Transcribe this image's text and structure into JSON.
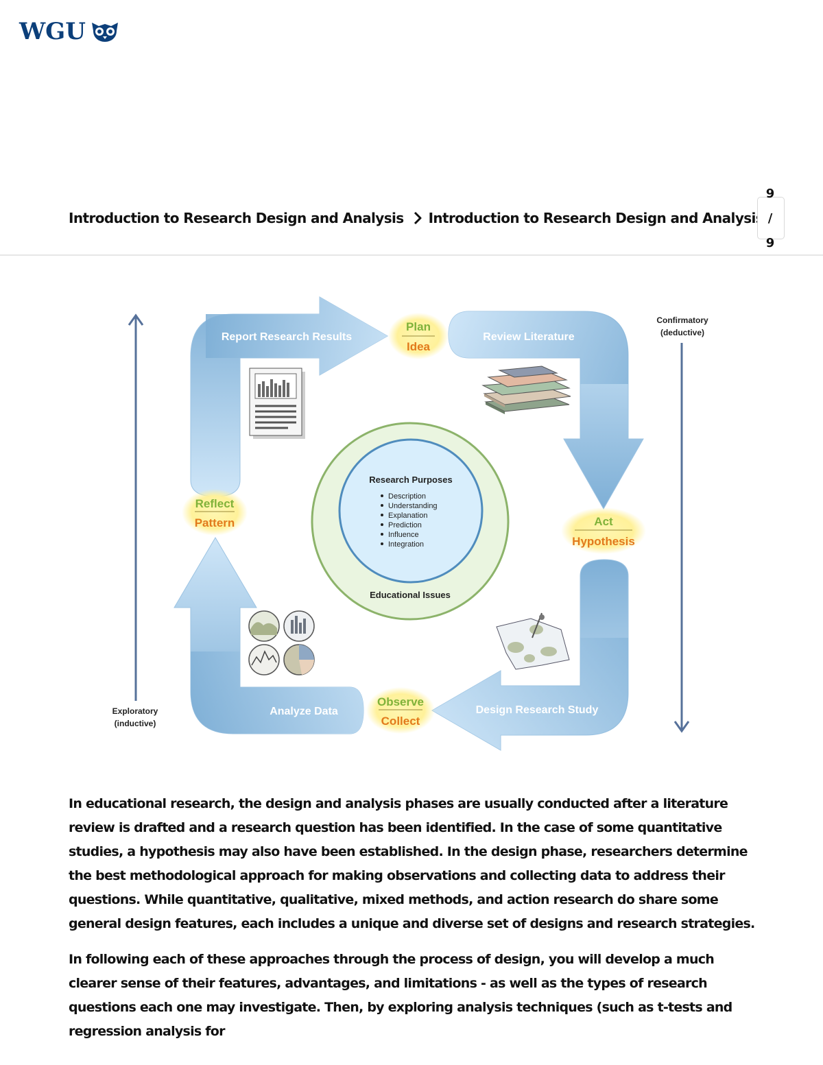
{
  "logo": {
    "text": "WGU"
  },
  "breadcrumb": {
    "course": "Introduction to Research Design and Analysis",
    "section": "Introduction to Research Design and Analysis"
  },
  "pager": {
    "current": "9",
    "separator": "/",
    "total": "9"
  },
  "diagram": {
    "stages": {
      "report": "Report Research Results",
      "review": "Review Literature",
      "design": "Design Research Study",
      "analyze": "Analyze Data"
    },
    "badges": {
      "top": {
        "upper": "Plan",
        "lower": "Idea"
      },
      "right": {
        "upper": "Act",
        "lower": "Hypothesis"
      },
      "bottom": {
        "upper": "Observe",
        "lower": "Collect"
      },
      "left": {
        "upper": "Reflect",
        "lower": "Pattern"
      }
    },
    "center": {
      "title": "Research Purposes",
      "items": [
        "Description",
        "Understanding",
        "Explanation",
        "Prediction",
        "Influence",
        "Integration"
      ],
      "outer_label": "Educational Issues"
    },
    "axes": {
      "confirmatory_line1": "Confirmatory",
      "confirmatory_line2": "(deductive)",
      "exploratory_line1": "Exploratory",
      "exploratory_line2": "(inductive)"
    },
    "colors": {
      "arrow_light": "#cfe6f8",
      "arrow_dark": "#7eafd6",
      "badge_green": "#7fb23a",
      "badge_orange": "#e27a1c",
      "badge_glow": "#fff2a0",
      "axis_arrow": "#56719a"
    }
  },
  "content": {
    "paragraphs": [
      "In educational research, the design and analysis phases are usually conducted after a literature review is drafted and a research question has been identified. In the case of some quantitative studies, a hypothesis may also have been established. In the design phase, researchers determine the best methodological approach for making observations and collecting data to address their questions. While quantitative, qualitative, mixed methods, and action research do share some general design features, each includes a unique and diverse set of designs and research strategies.",
      "In following each of these approaches through the process of design, you will develop a much clearer sense of their features, advantages, and limitations - as well as the types of research questions each one may investigate. Then, by exploring analysis techniques (such as t-tests and regression analysis for"
    ]
  }
}
